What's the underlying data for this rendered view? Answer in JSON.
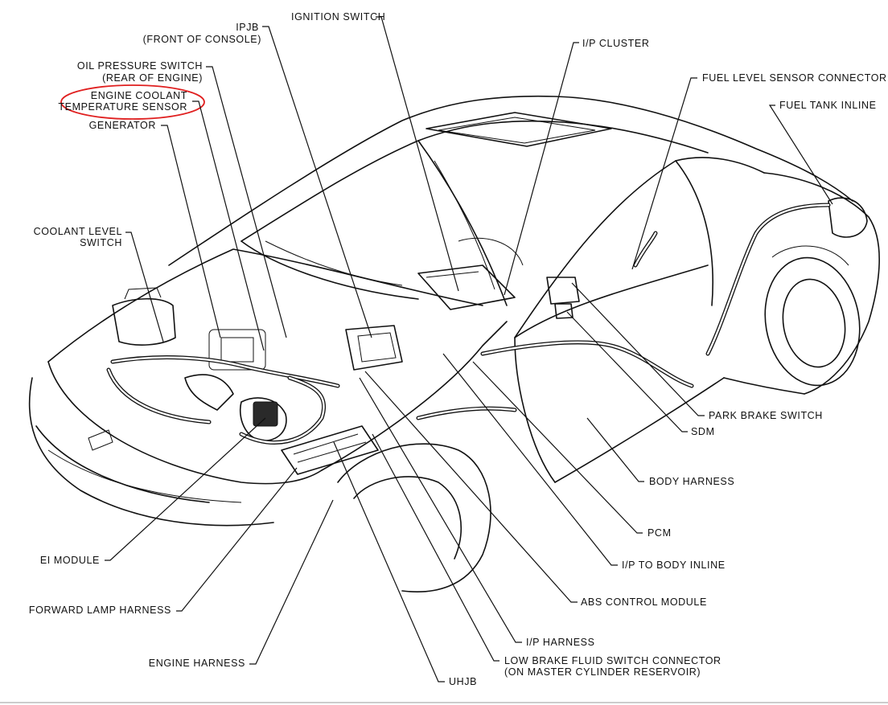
{
  "labels": {
    "ignition_switch": "IGNITION SWITCH",
    "ipjb_line1": "IPJB",
    "ipjb_line2": "(FRONT OF CONSOLE)",
    "ip_cluster": "I/P CLUSTER",
    "oil_pressure_line1": "OIL PRESSURE SWITCH",
    "oil_pressure_line2": "(REAR OF ENGINE)",
    "fuel_level_sensor": "FUEL LEVEL SENSOR CONNECTOR",
    "ect_line1": "ENGINE COOLANT",
    "ect_line2": "TEMPERATURE SENSOR",
    "fuel_tank_inline": "FUEL TANK INLINE",
    "generator": "GENERATOR",
    "coolant_level_line1": "COOLANT LEVEL",
    "coolant_level_line2": "SWITCH",
    "park_brake_switch": "PARK BRAKE SWITCH",
    "sdm": "SDM",
    "body_harness": "BODY HARNESS",
    "pcm": "PCM",
    "ei_module": "EI MODULE",
    "ip_to_body_inline": "I/P TO BODY INLINE",
    "abs_control_module": "ABS CONTROL MODULE",
    "forward_lamp_harness": "FORWARD LAMP HARNESS",
    "ip_harness": "I/P HARNESS",
    "engine_harness": "ENGINE HARNESS",
    "low_brake_line1": "LOW BRAKE FLUID SWITCH CONNECTOR",
    "low_brake_line2": "(ON MASTER CYLINDER RESERVOIR)",
    "uhjb": "UHJB"
  },
  "colors": {
    "ink": "#111111",
    "highlight": "#e02020",
    "background": "#ffffff"
  }
}
